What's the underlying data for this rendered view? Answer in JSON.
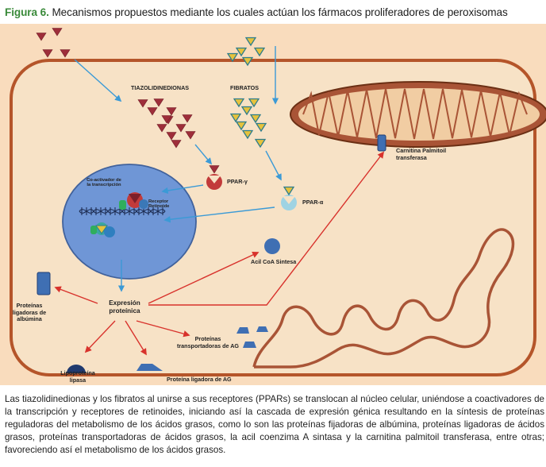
{
  "title": {
    "label": "Figura 6.",
    "text": "Mecanismos propuestos mediante los cuales actúan los fármacos proliferadores de peroxisomas"
  },
  "labels": {
    "tiazolidinedionas": "TIAZOLIDINEDIONAS",
    "fibratos": "FIBRATOS",
    "ppar_gamma": "PPAR-γ",
    "ppar_alpha": "PPAR-α",
    "coactivador": "Co-activador de la transcripción",
    "receptor_retinoide": "Receptor Retinoide",
    "carnitina": "Carnitina Palmitoil transferasa",
    "acil_coa": "Acil CoA Sintesa",
    "expresion": "Expresión proteínica",
    "proteinas_albumina": "Proteínas ligadoras de albúmina",
    "proteinas_transportadoras": "Proteínas transportadoras de AG",
    "lipoproteina": "Lipoproteína lipasa",
    "proteina_ligadora_ag": "Proteína ligadora de AG"
  },
  "caption": "Las tiazolidinedionas y los fibratos al unirse a sus receptores (PPARs) se translocan al núcleo celular, uniéndose a coactivadores de la transcripción y receptores de retinoides, iniciando así la cascada de expresión génica resultando en la síntesis de proteínas reguladoras del metabolismo de los ácidos grasos, como lo son las proteínas fijadoras de albúmina, proteínas ligadoras de ácidos grasos, proteínas transportadoras de ácidos grasos, la acil coenzima A sintasa y la carnitina palmitoil transferasa, entre otras; favoreciendo así el metabolismo de los ácidos grasos.",
  "colors": {
    "background": "#f9dcbd",
    "cell_border": "#b5552a",
    "nucleus": "#6f96d6",
    "drug_red": "#9e2e3a",
    "drug_yellow": "#e6c23c",
    "blue_arrow": "#3b9ad6",
    "red_arrow": "#d8322c",
    "protein_blue": "#3f6fb3"
  }
}
